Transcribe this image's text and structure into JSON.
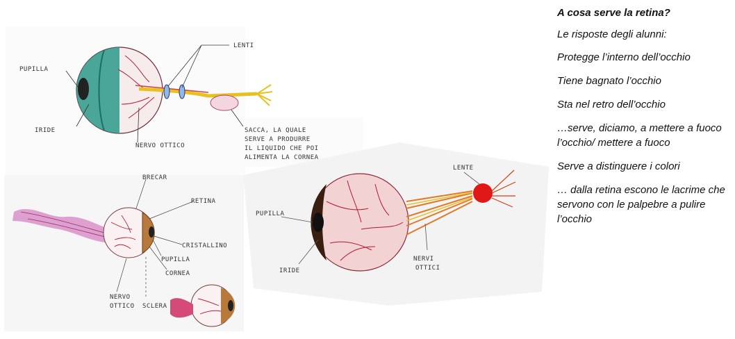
{
  "drawings": {
    "top_left": {
      "labels": {
        "lenti": "LENTI",
        "pupilla": "PUPILLA",
        "iride": "IRIDE",
        "nervo_ottico": "NERVO OTTICO",
        "sacca_line1": "SACCA, LA QUALE",
        "sacca_line2": "SERVE A PRODURRE",
        "sacca_line3": "IL LIQUIDO CHE POI",
        "sacca_line4": "ALIMENTA LA CORNEA"
      }
    },
    "bottom_left": {
      "labels": {
        "retina": "RETINA",
        "cristallino": "CRISTALLINO",
        "pupilla": "PUPILLA",
        "cornea": "CORNEA",
        "nervo_line1": "NERVO",
        "nervo_line2": "OTTICO",
        "sclera": "SCLERA"
      }
    },
    "right": {
      "labels": {
        "lente": "LENTE",
        "pupilla": "PUPILLA",
        "iride": "IRIDE",
        "nervi_line1": "NERVI",
        "nervi_line2": "OTTICI"
      }
    }
  },
  "sidebar": {
    "title": "A cosa serve la retina?",
    "intro": "Le risposte degli alunni:",
    "answers": [
      "Protegge l’interno dell’occhio",
      "Tiene bagnato l’occhio",
      "Sta nel retro dell’occhio",
      "…serve, diciamo, a mettere a fuoco l’occhio/ mettere a fuoco",
      "Serve a distinguere i colori",
      "… dalla retina escono le lacrime che servono con le palpebre a pulire l’occhio"
    ]
  }
}
